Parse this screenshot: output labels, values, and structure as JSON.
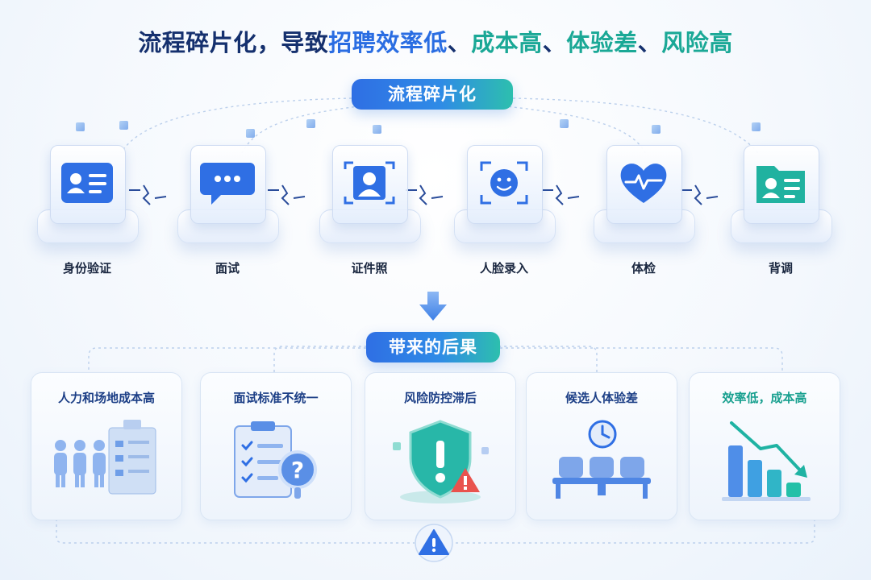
{
  "title": {
    "part1": "流程碎片化，导致",
    "part2": "招聘效率低",
    "sep1": "、",
    "part3": "成本高",
    "sep2": "、",
    "part4": "体验差",
    "sep3": "、",
    "part5": "风险高"
  },
  "section1": {
    "label": "流程碎片化"
  },
  "steps": [
    {
      "label": "身份验证",
      "icon": "id-card-icon"
    },
    {
      "label": "面试",
      "icon": "chat-bubble-icon"
    },
    {
      "label": "证件照",
      "icon": "portrait-photo-icon"
    },
    {
      "label": "人脸录入",
      "icon": "face-scan-icon"
    },
    {
      "label": "体检",
      "icon": "heart-pulse-icon"
    },
    {
      "label": "背调",
      "icon": "profile-folder-icon"
    }
  ],
  "section2": {
    "label": "带来的后果"
  },
  "consequences": [
    {
      "title": "人力和场地成本高",
      "icon": "people-building-icon"
    },
    {
      "title": "面试标准不统一",
      "icon": "clipboard-question-icon"
    },
    {
      "title": "风险防控滞后",
      "icon": "shield-warning-icon"
    },
    {
      "title": "候选人体验差",
      "icon": "waiting-chairs-clock-icon"
    },
    {
      "title": "效率低，成本高",
      "icon": "declining-bar-chart-icon"
    }
  ],
  "colors": {
    "navy": "#15306e",
    "blue": "#2a6de2",
    "teal": "#1aa896",
    "gradient_start": "#2f6fe4",
    "gradient_end": "#2dbfae"
  }
}
